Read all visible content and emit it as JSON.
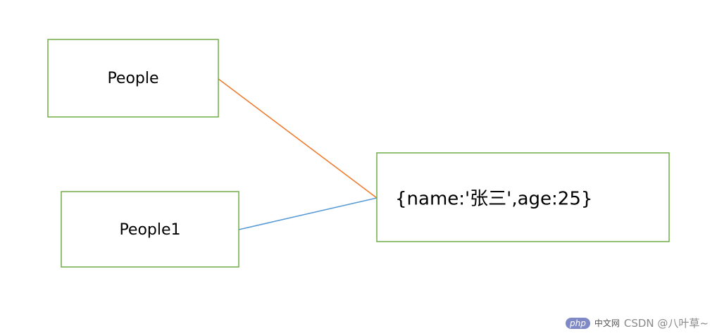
{
  "nodes": {
    "people": {
      "label": "People"
    },
    "people1": {
      "label": "People1"
    },
    "object": {
      "label": "{name:'张三',age:25}"
    }
  },
  "edges": [
    {
      "from": "people",
      "to": "object",
      "color": "#ed7d31"
    },
    {
      "from": "people1",
      "to": "object",
      "color": "#5b9bd5"
    }
  ],
  "style": {
    "box_border": "#70ad47"
  },
  "watermark": {
    "badge": "php",
    "site": "中文网",
    "author": "CSDN @八叶草~"
  }
}
